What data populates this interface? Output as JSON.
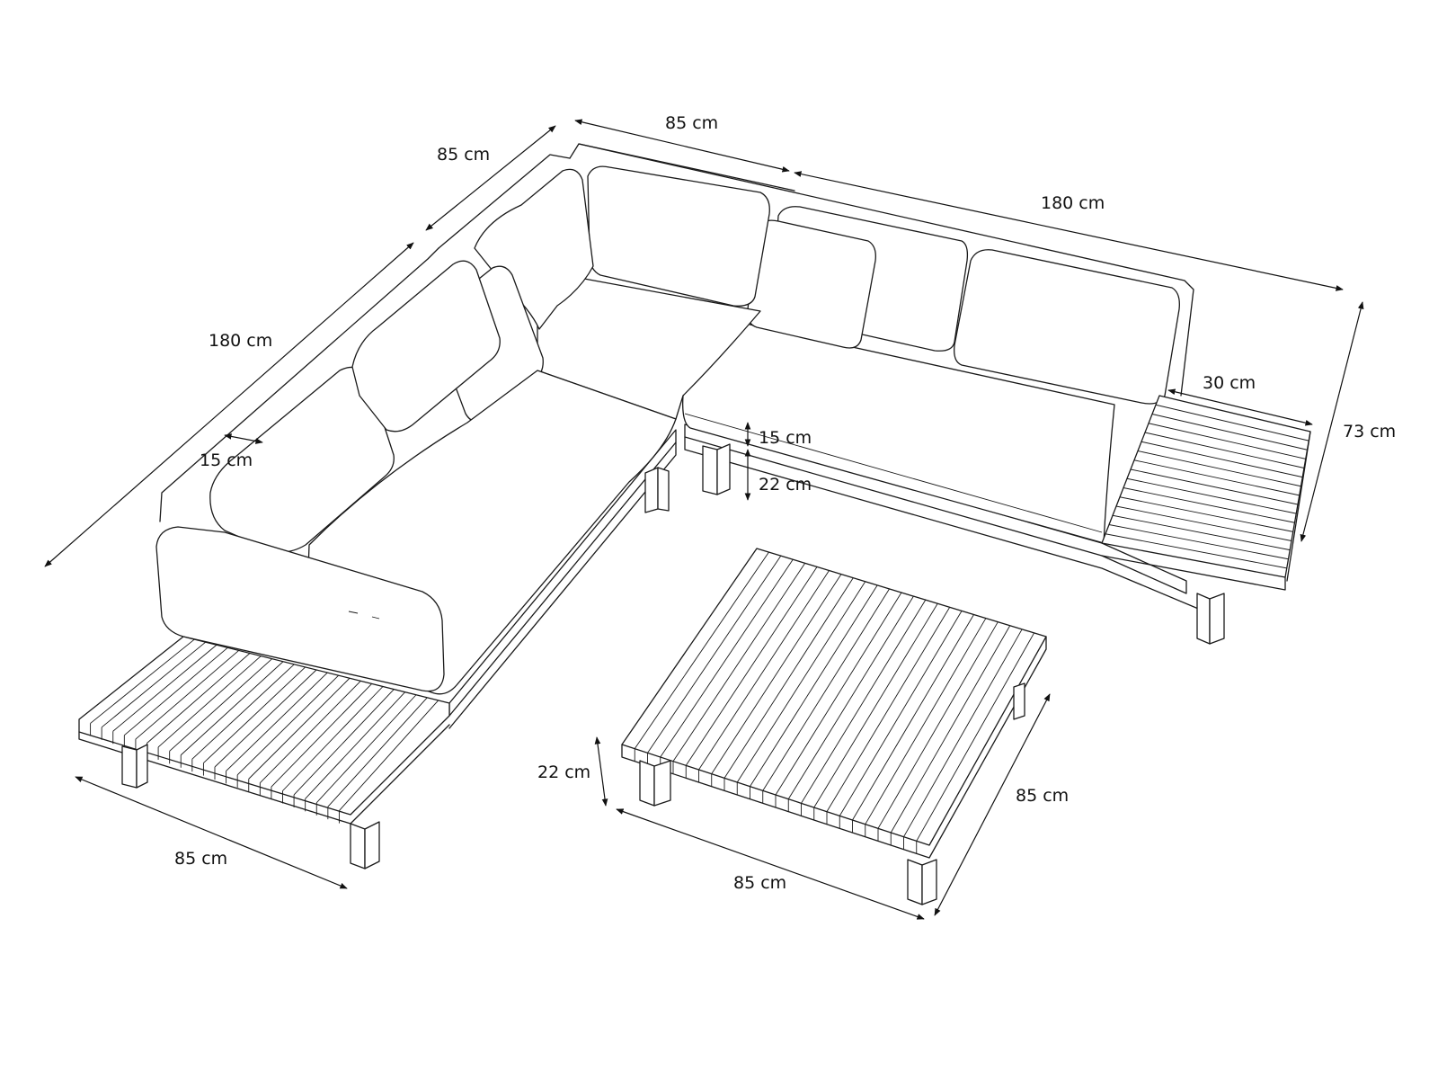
{
  "colors": {
    "line": "#1a1a1a",
    "background": "#ffffff"
  },
  "dimensions": {
    "top_left_depth": "85 cm",
    "top_corner_depth": "85 cm",
    "top_right_length": "180 cm",
    "left_length": "180 cm",
    "left_armrest_width": "15 cm",
    "cushion_height": "15 cm",
    "frame_height": "22 cm",
    "side_table_width": "30 cm",
    "total_height": "73 cm",
    "left_module_width": "85 cm",
    "table_height": "22 cm",
    "table_width": "85 cm",
    "table_depth": "85 cm"
  }
}
